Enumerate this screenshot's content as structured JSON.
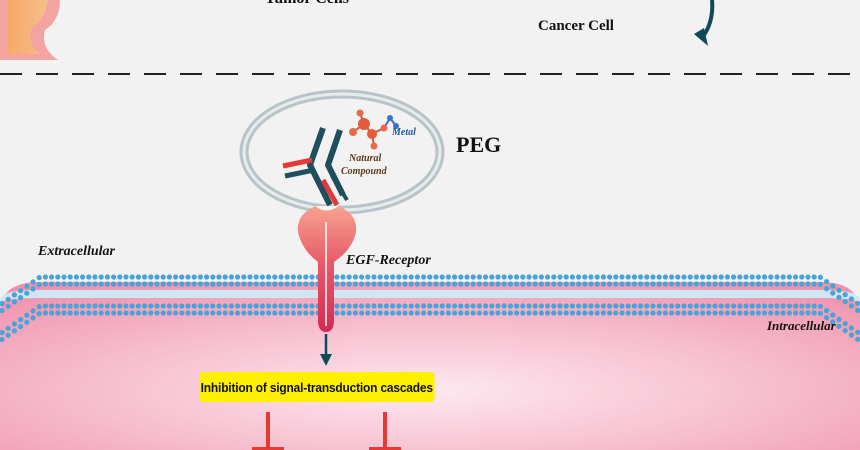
{
  "labels": {
    "tumor_cells": "Tumor Cells",
    "cancer_cell": "Cancer Cell",
    "peg": "PEG",
    "metal": "Metal",
    "natural": "Natural",
    "compound": "Compound",
    "extracellular": "Extracellular",
    "egf_receptor": "EGF-Receptor",
    "intracellular": "Intracellular",
    "inhibition": "Inhibition of signal-transduction cascades"
  },
  "colors": {
    "background": "#f2f2f2",
    "membrane_bead": "#4aa3d8",
    "cytoplasm": "#f1a4bb",
    "receptor": "#e0405e",
    "antibody_dark": "#1f4e5c",
    "antibody_red": "#e23a3a",
    "highlight": "#ffef00",
    "inhibit": "#e53935",
    "arrow": "#0f4a5a"
  }
}
